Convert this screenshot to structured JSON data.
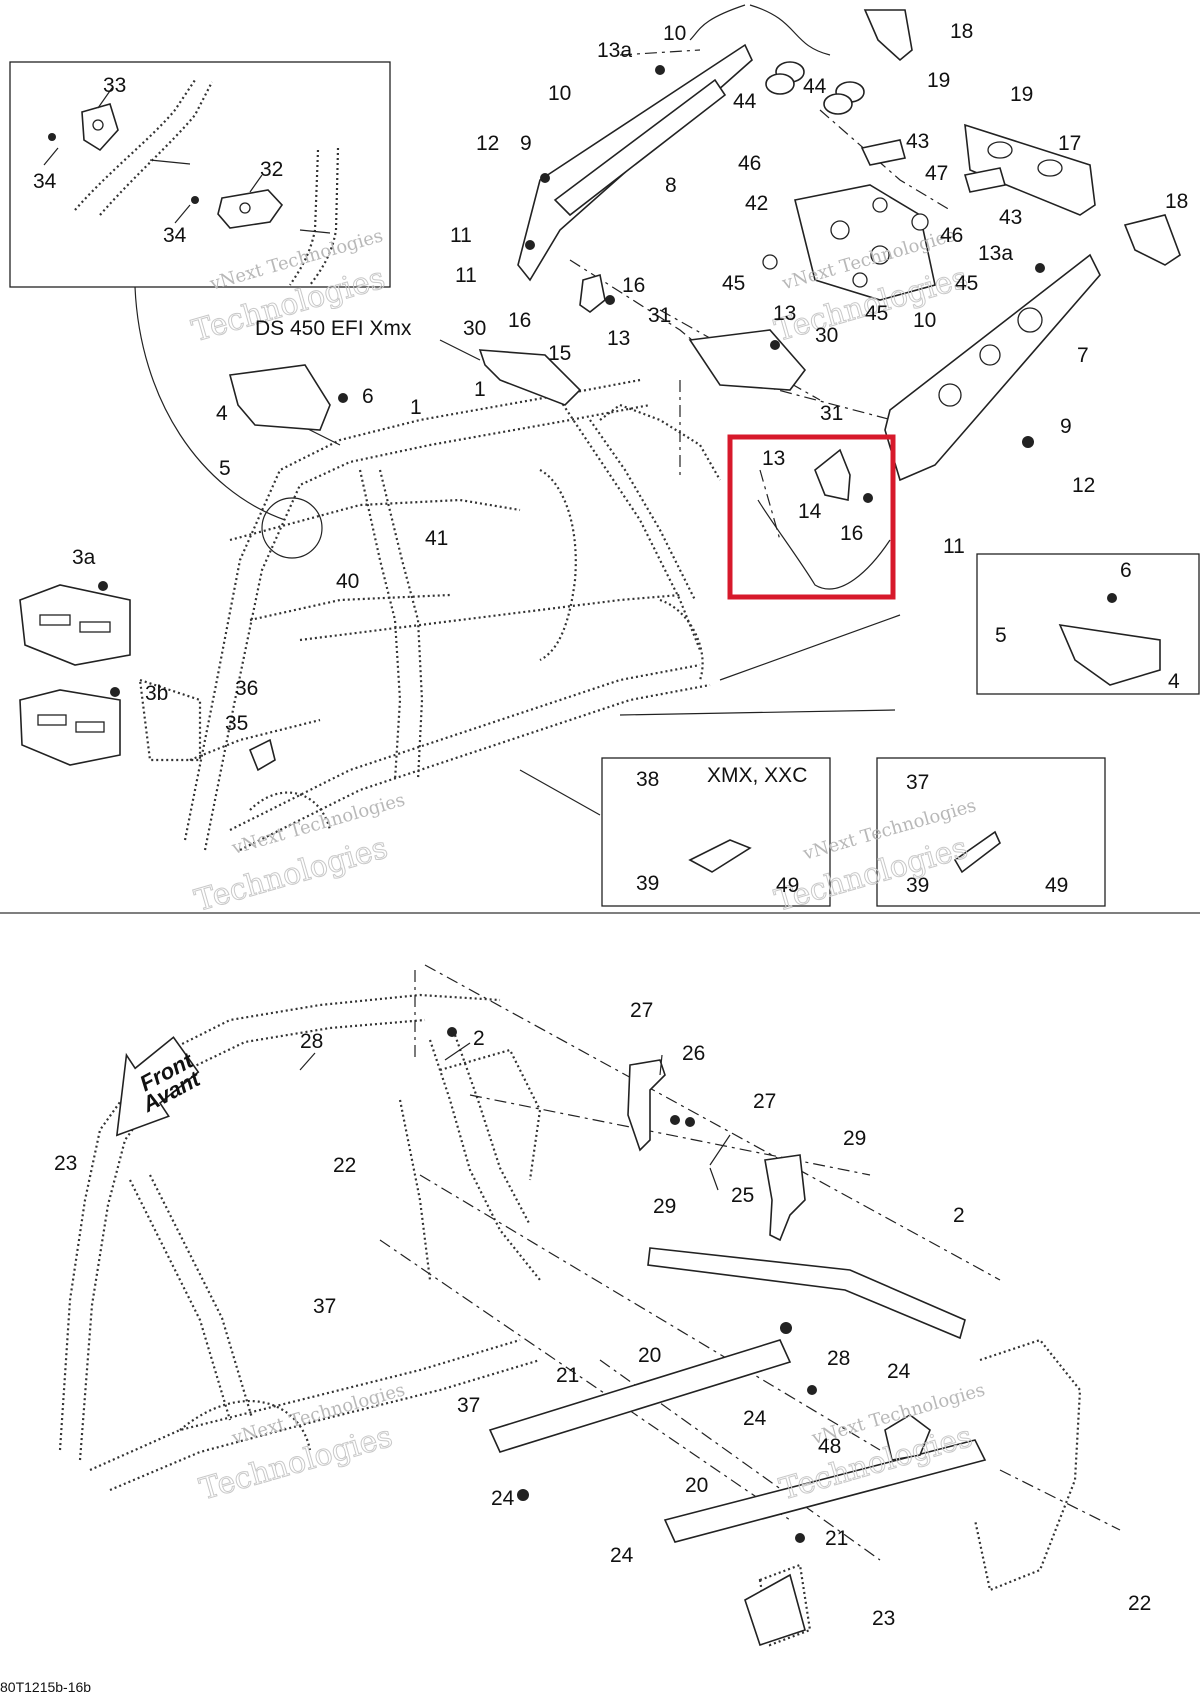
{
  "diagram": {
    "callouts_top": [
      {
        "id": "c33",
        "text": "33"
      },
      {
        "id": "c34a",
        "text": "34"
      },
      {
        "id": "c34b",
        "text": "34"
      },
      {
        "id": "c32",
        "text": "32"
      },
      {
        "id": "c13a1",
        "text": "13a"
      },
      {
        "id": "c10a",
        "text": "10"
      },
      {
        "id": "c10b",
        "text": "10"
      },
      {
        "id": "c12a",
        "text": "12"
      },
      {
        "id": "c9a",
        "text": "9"
      },
      {
        "id": "c8",
        "text": "8"
      },
      {
        "id": "c11a",
        "text": "11"
      },
      {
        "id": "c11b",
        "text": "11"
      },
      {
        "id": "c16a",
        "text": "16"
      },
      {
        "id": "c16b",
        "text": "16"
      },
      {
        "id": "c15",
        "text": "15"
      },
      {
        "id": "c13b",
        "text": "13"
      },
      {
        "id": "c31a",
        "text": "31"
      },
      {
        "id": "c13c",
        "text": "13"
      },
      {
        "id": "c30a",
        "text": "30"
      },
      {
        "id": "c30b",
        "text": "30"
      },
      {
        "id": "c31b",
        "text": "31"
      },
      {
        "id": "c44a",
        "text": "44"
      },
      {
        "id": "c44b",
        "text": "44"
      },
      {
        "id": "c18a",
        "text": "18"
      },
      {
        "id": "c19a",
        "text": "19"
      },
      {
        "id": "c19b",
        "text": "19"
      },
      {
        "id": "c17",
        "text": "17"
      },
      {
        "id": "c43a",
        "text": "43"
      },
      {
        "id": "c43b",
        "text": "43"
      },
      {
        "id": "c46a",
        "text": "46"
      },
      {
        "id": "c47",
        "text": "47"
      },
      {
        "id": "c42",
        "text": "42"
      },
      {
        "id": "c46b",
        "text": "46"
      },
      {
        "id": "c45a",
        "text": "45"
      },
      {
        "id": "c45b",
        "text": "45"
      },
      {
        "id": "c45c",
        "text": "45"
      },
      {
        "id": "c13a2",
        "text": "13a"
      },
      {
        "id": "c18b",
        "text": "18"
      },
      {
        "id": "c10c",
        "text": "10"
      },
      {
        "id": "c7",
        "text": "7"
      },
      {
        "id": "c9b",
        "text": "9"
      },
      {
        "id": "c12b",
        "text": "12"
      },
      {
        "id": "c11c",
        "text": "11"
      },
      {
        "id": "c13d",
        "text": "13"
      },
      {
        "id": "c14",
        "text": "14"
      },
      {
        "id": "c16c",
        "text": "16"
      },
      {
        "id": "c4a",
        "text": "4"
      },
      {
        "id": "c6a",
        "text": "6"
      },
      {
        "id": "c5a",
        "text": "5"
      },
      {
        "id": "c1a",
        "text": "1"
      },
      {
        "id": "c1b",
        "text": "1"
      },
      {
        "id": "c41",
        "text": "41"
      },
      {
        "id": "c40",
        "text": "40"
      },
      {
        "id": "c3a",
        "text": "3a"
      },
      {
        "id": "c3b",
        "text": "3b"
      },
      {
        "id": "c36",
        "text": "36"
      },
      {
        "id": "c35",
        "text": "35"
      },
      {
        "id": "c6b",
        "text": "6"
      },
      {
        "id": "c5b",
        "text": "5"
      },
      {
        "id": "c4b",
        "text": "4"
      },
      {
        "id": "c38",
        "text": "38"
      },
      {
        "id": "c39a",
        "text": "39"
      },
      {
        "id": "c49a",
        "text": "49"
      },
      {
        "id": "c37a",
        "text": "37"
      },
      {
        "id": "c39b",
        "text": "39"
      },
      {
        "id": "c49b",
        "text": "49"
      }
    ],
    "callouts_bottom": [
      {
        "id": "c28a",
        "text": "28"
      },
      {
        "id": "c2a",
        "text": "2"
      },
      {
        "id": "c27a",
        "text": "27"
      },
      {
        "id": "c26",
        "text": "26"
      },
      {
        "id": "c22a",
        "text": "22"
      },
      {
        "id": "c23a",
        "text": "23"
      },
      {
        "id": "c29a",
        "text": "29"
      },
      {
        "id": "c27b",
        "text": "27"
      },
      {
        "id": "c29b",
        "text": "29"
      },
      {
        "id": "c25",
        "text": "25"
      },
      {
        "id": "c2b",
        "text": "2"
      },
      {
        "id": "c37b",
        "text": "37"
      },
      {
        "id": "c37c",
        "text": "37"
      },
      {
        "id": "c28b",
        "text": "28"
      },
      {
        "id": "c20a",
        "text": "20"
      },
      {
        "id": "c21a",
        "text": "21"
      },
      {
        "id": "c24a",
        "text": "24"
      },
      {
        "id": "c24b",
        "text": "24"
      },
      {
        "id": "c48",
        "text": "48"
      },
      {
        "id": "c24c",
        "text": "24"
      },
      {
        "id": "c20b",
        "text": "20"
      },
      {
        "id": "c21b",
        "text": "21"
      },
      {
        "id": "c24d",
        "text": "24"
      },
      {
        "id": "c23b",
        "text": "23"
      },
      {
        "id": "c22b",
        "text": "22"
      }
    ],
    "model_label": "DS 450 EFI Xmx",
    "variant_label": "XMX, XXC",
    "front_arrow": {
      "line1": "Front",
      "line2": "Avant"
    },
    "watermark": {
      "line1": "vNext Technologies",
      "line2": "Technologies",
      "line3": "vNext"
    },
    "figure_code": "80T1215b-16b",
    "highlight_color": "#d7192b"
  }
}
